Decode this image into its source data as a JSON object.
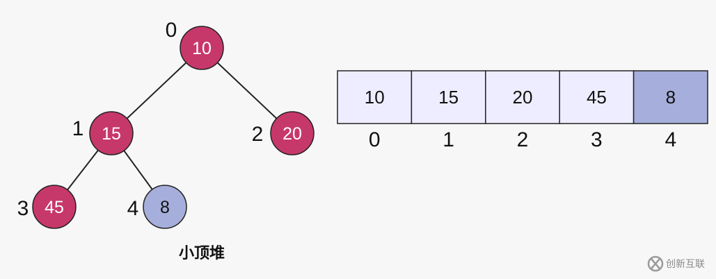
{
  "colors": {
    "node_fill": "#c7386a",
    "node_highlight_fill": "#a6afdb",
    "cell_fill": "#eeedff",
    "cell_highlight_fill": "#a6afdb",
    "stroke": "#222222"
  },
  "tree": {
    "nodes": [
      {
        "index": "0",
        "value": "10",
        "highlight": false
      },
      {
        "index": "1",
        "value": "15",
        "highlight": false
      },
      {
        "index": "2",
        "value": "20",
        "highlight": false
      },
      {
        "index": "3",
        "value": "45",
        "highlight": false
      },
      {
        "index": "4",
        "value": "8",
        "highlight": true
      }
    ],
    "edges": [
      [
        0,
        1
      ],
      [
        0,
        2
      ],
      [
        1,
        3
      ],
      [
        1,
        4
      ]
    ],
    "caption": "小顶堆"
  },
  "array": {
    "cells": [
      {
        "value": "10",
        "index": "0",
        "highlight": false
      },
      {
        "value": "15",
        "index": "1",
        "highlight": false
      },
      {
        "value": "20",
        "index": "2",
        "highlight": false
      },
      {
        "value": "45",
        "index": "3",
        "highlight": false
      },
      {
        "value": "8",
        "index": "4",
        "highlight": true
      }
    ]
  },
  "watermark": {
    "icon": "logo-icon",
    "text": "创新互联"
  }
}
